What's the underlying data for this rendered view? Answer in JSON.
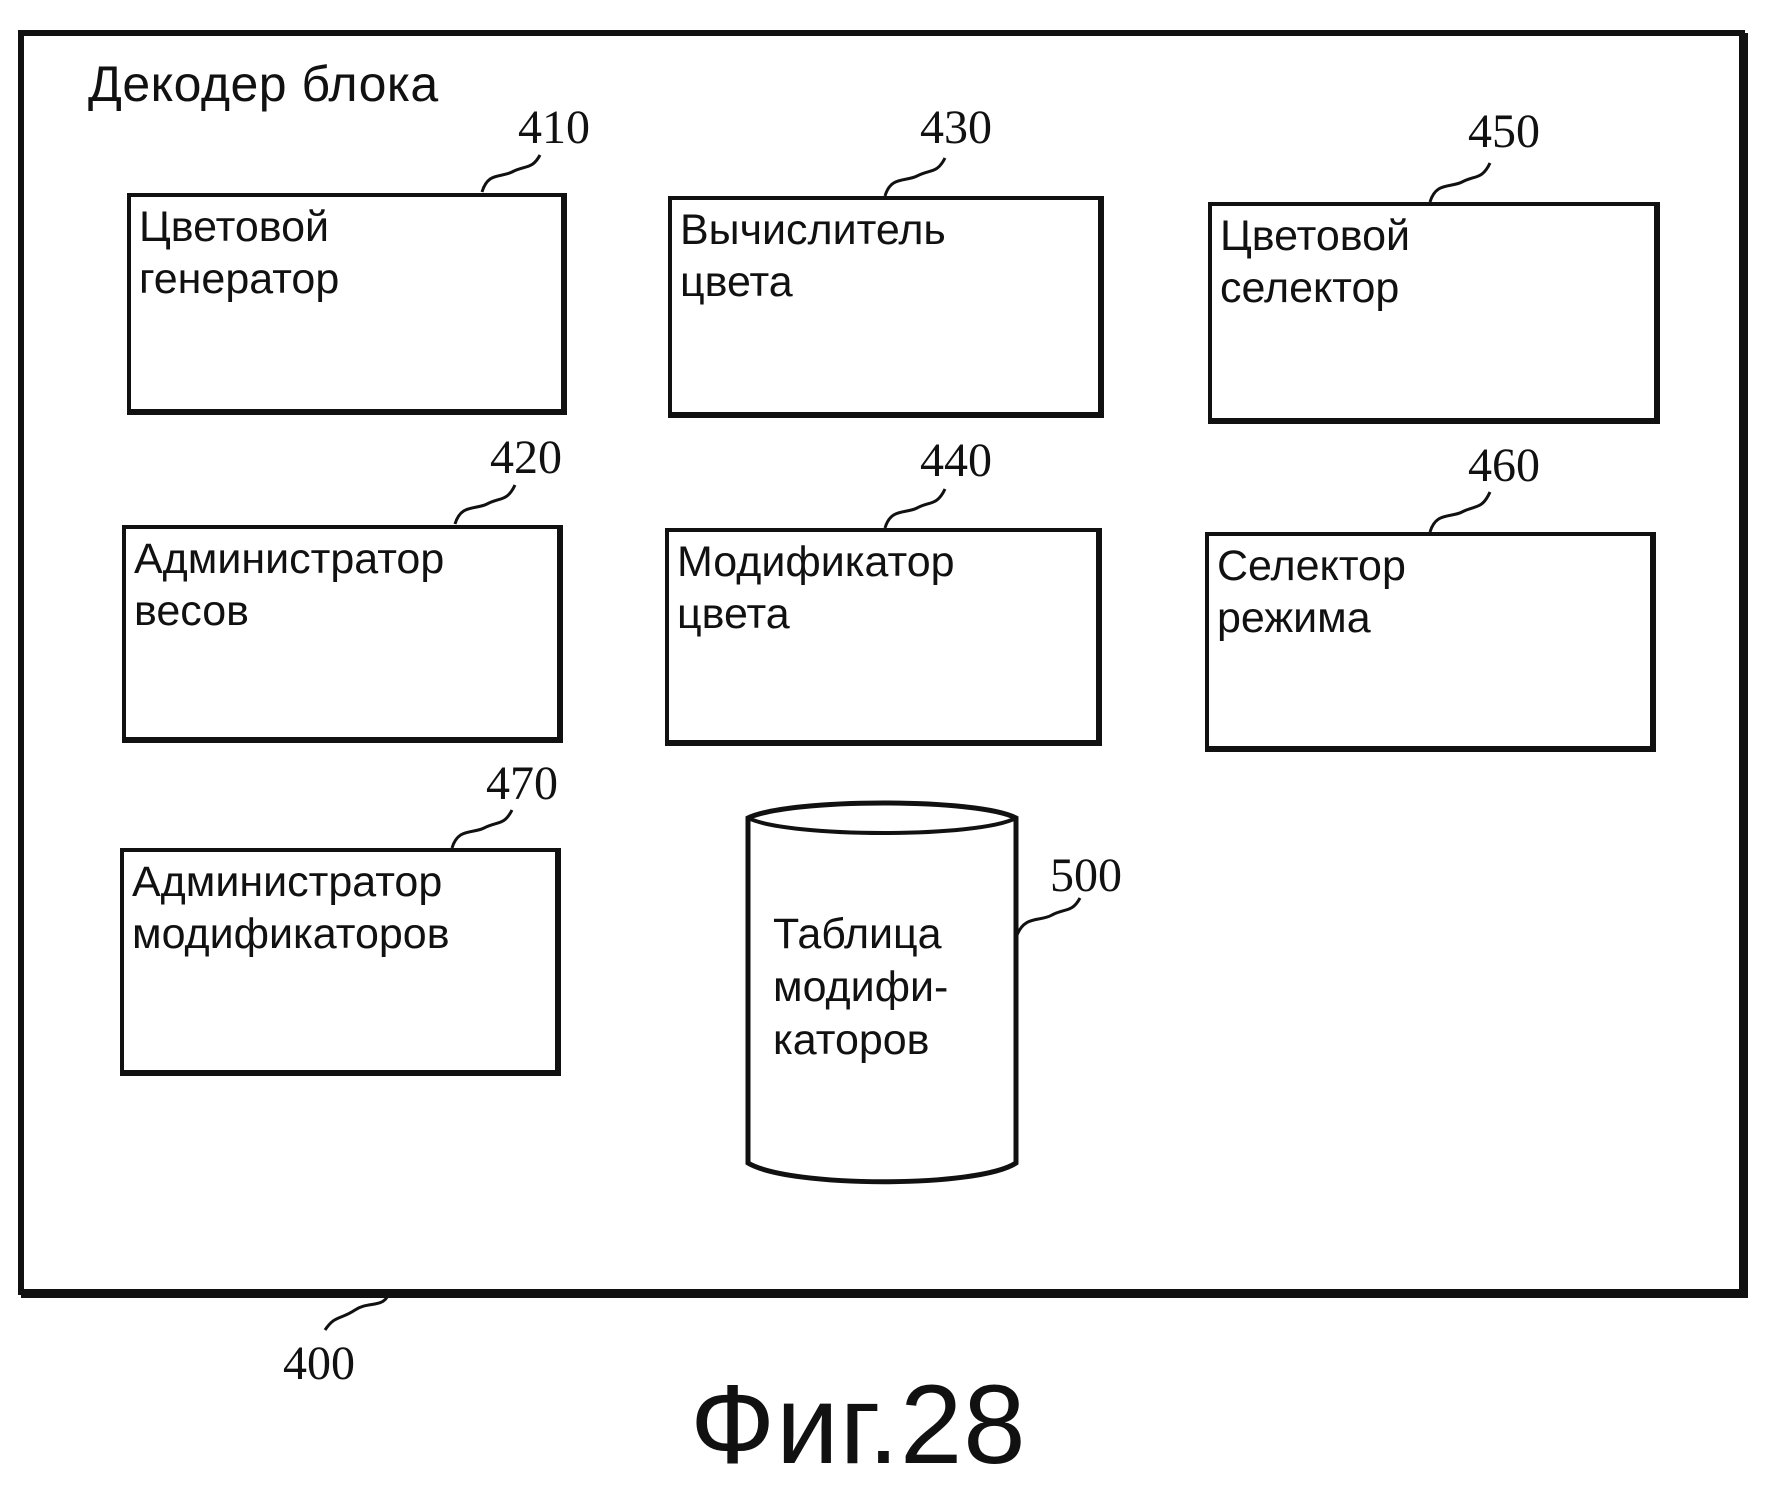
{
  "diagram": {
    "title": "Декодер блока",
    "ref": "400",
    "caption": "Фиг.28"
  },
  "blocks": [
    {
      "key": "b410",
      "ref": "410",
      "label": "Цветовой\n генератор"
    },
    {
      "key": "b430",
      "ref": "430",
      "label": "Вычислитель\n цвета"
    },
    {
      "key": "b450",
      "ref": "450",
      "label": "Цветовой\nселектор"
    },
    {
      "key": "b420",
      "ref": "420",
      "label": "Администратор\n весов"
    },
    {
      "key": "b440",
      "ref": "440",
      "label": "Модификатор\n цвета"
    },
    {
      "key": "b460",
      "ref": "460",
      "label": "Селектор\n режима"
    },
    {
      "key": "b470",
      "ref": "470",
      "label": "Администратор\nмодификаторов"
    }
  ],
  "table": {
    "ref": "500",
    "label": "Таблица\nмодифи-\nкаторов"
  }
}
